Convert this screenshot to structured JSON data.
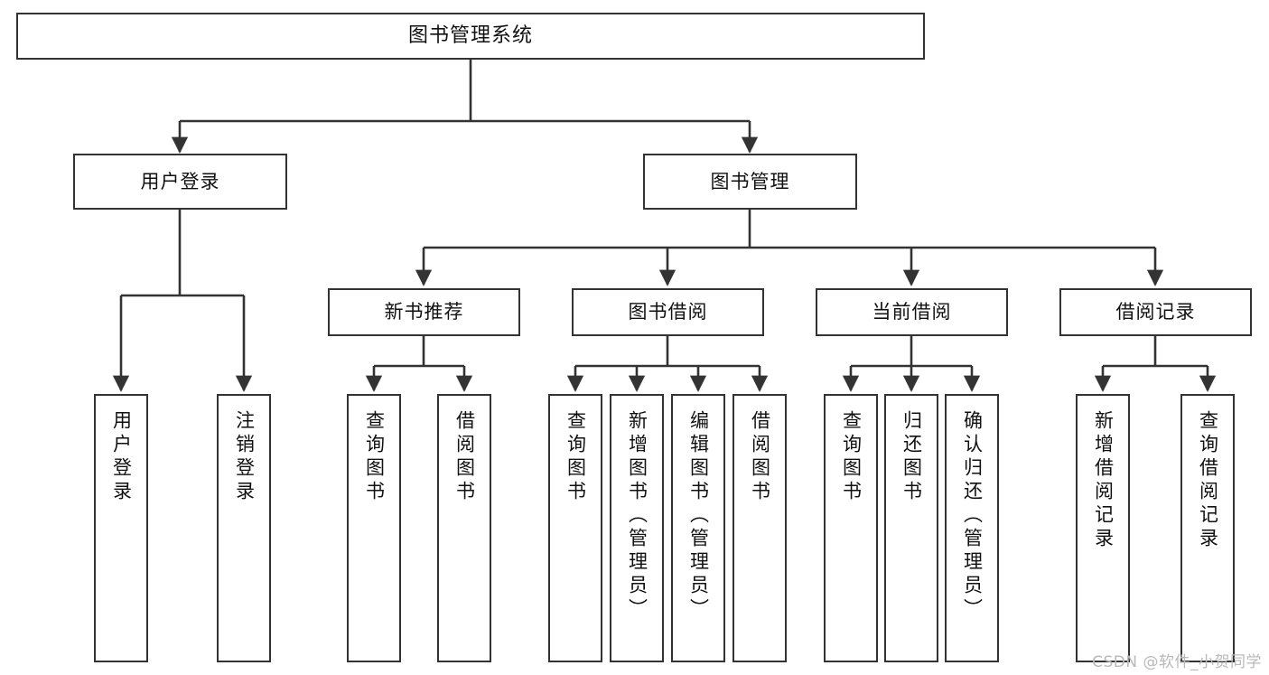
{
  "diagram": {
    "title": "图书管理系统",
    "type": "tree-hierarchy-chart",
    "stroke_color": "#333333",
    "fill_color": "#ffffff",
    "text_color": "#111111",
    "nodes": {
      "root": {
        "label": "图书管理系统"
      },
      "level2": [
        {
          "label": "用户登录"
        },
        {
          "label": "图书管理"
        }
      ],
      "level3": [
        {
          "label": "新书推荐"
        },
        {
          "label": "图书借阅"
        },
        {
          "label": "当前借阅"
        },
        {
          "label": "借阅记录"
        }
      ],
      "leaves": {
        "user_login": [
          {
            "label": "用户登录"
          },
          {
            "label": "注销登录"
          }
        ],
        "new_book_recommend": [
          {
            "label": "查询图书"
          },
          {
            "label": "借阅图书"
          }
        ],
        "book_borrow": [
          {
            "label": "查询图书"
          },
          {
            "label": "新增图书（管理员）"
          },
          {
            "label": "编辑图书（管理员）"
          },
          {
            "label": "借阅图书"
          }
        ],
        "current_borrow": [
          {
            "label": "查询图书"
          },
          {
            "label": "归还图书"
          },
          {
            "label": "确认归还（管理员）"
          }
        ],
        "borrow_records": [
          {
            "label": "新增借阅记录"
          },
          {
            "label": "查询借阅记录"
          }
        ]
      }
    },
    "watermark": "CSDN @软件_小贺同学"
  }
}
